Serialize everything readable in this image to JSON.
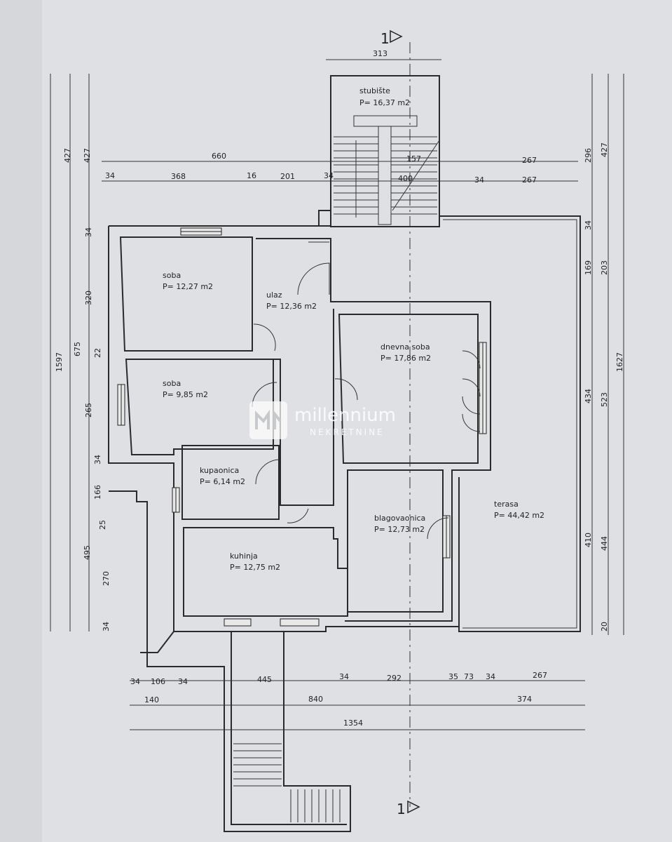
{
  "section_marker": "1",
  "rooms": [
    {
      "id": "stubiste",
      "name": "stubište",
      "area": "P= 16,37 m2"
    },
    {
      "id": "soba1",
      "name": "soba",
      "area": "P= 12,27 m2"
    },
    {
      "id": "ulaz",
      "name": "ulaz",
      "area": "P= 12,36 m2"
    },
    {
      "id": "dnevna",
      "name": "dnevna soba",
      "area": "P= 17,86 m2"
    },
    {
      "id": "soba2",
      "name": "soba",
      "area": "P= 9,85 m2"
    },
    {
      "id": "kupaonica",
      "name": "kupaonica",
      "area": "P= 6,14 m2"
    },
    {
      "id": "blagovaonica",
      "name": "blagovaonica",
      "area": "P= 12,73 m2"
    },
    {
      "id": "kuhinja",
      "name": "kuhinja",
      "area": "P= 12,75 m2"
    },
    {
      "id": "terasa",
      "name": "terasa",
      "area": "P= 44,42 m2"
    }
  ],
  "watermark": {
    "brand": "millennium",
    "sub": "NEKRETNINE"
  },
  "dims": {
    "top_313": "313",
    "top_660": "660",
    "top_267a": "267",
    "top_34a": "34",
    "top_368": "368",
    "top_16": "16",
    "top_201": "201",
    "top_34b": "34",
    "top_400": "400",
    "top_34c": "34",
    "top_267b": "267",
    "top_157": "157",
    "left_427a": "427",
    "left_427b": "427",
    "left_1597": "1597",
    "left_675": "675",
    "left_34a": "34",
    "left_320": "320",
    "left_22": "22",
    "left_265": "265",
    "left_34b": "34",
    "left_166": "166",
    "left_25": "25",
    "left_495": "495",
    "left_270": "270",
    "left_34c": "34",
    "right_296": "296",
    "right_427": "427",
    "right_34": "34",
    "right_169": "169",
    "right_203": "203",
    "right_1627": "1627",
    "right_434": "434",
    "right_523": "523",
    "right_410": "410",
    "right_444": "444",
    "right_20": "20",
    "bot_34a": "34",
    "bot_106": "106",
    "bot_34b": "34",
    "bot_445": "445",
    "bot_34c": "34",
    "bot_292": "292",
    "bot_35": "35",
    "bot_73": "73",
    "bot_34d": "34",
    "bot_267": "267",
    "bot_140": "140",
    "bot_840": "840",
    "bot_374": "374",
    "bot_1354": "1354"
  }
}
